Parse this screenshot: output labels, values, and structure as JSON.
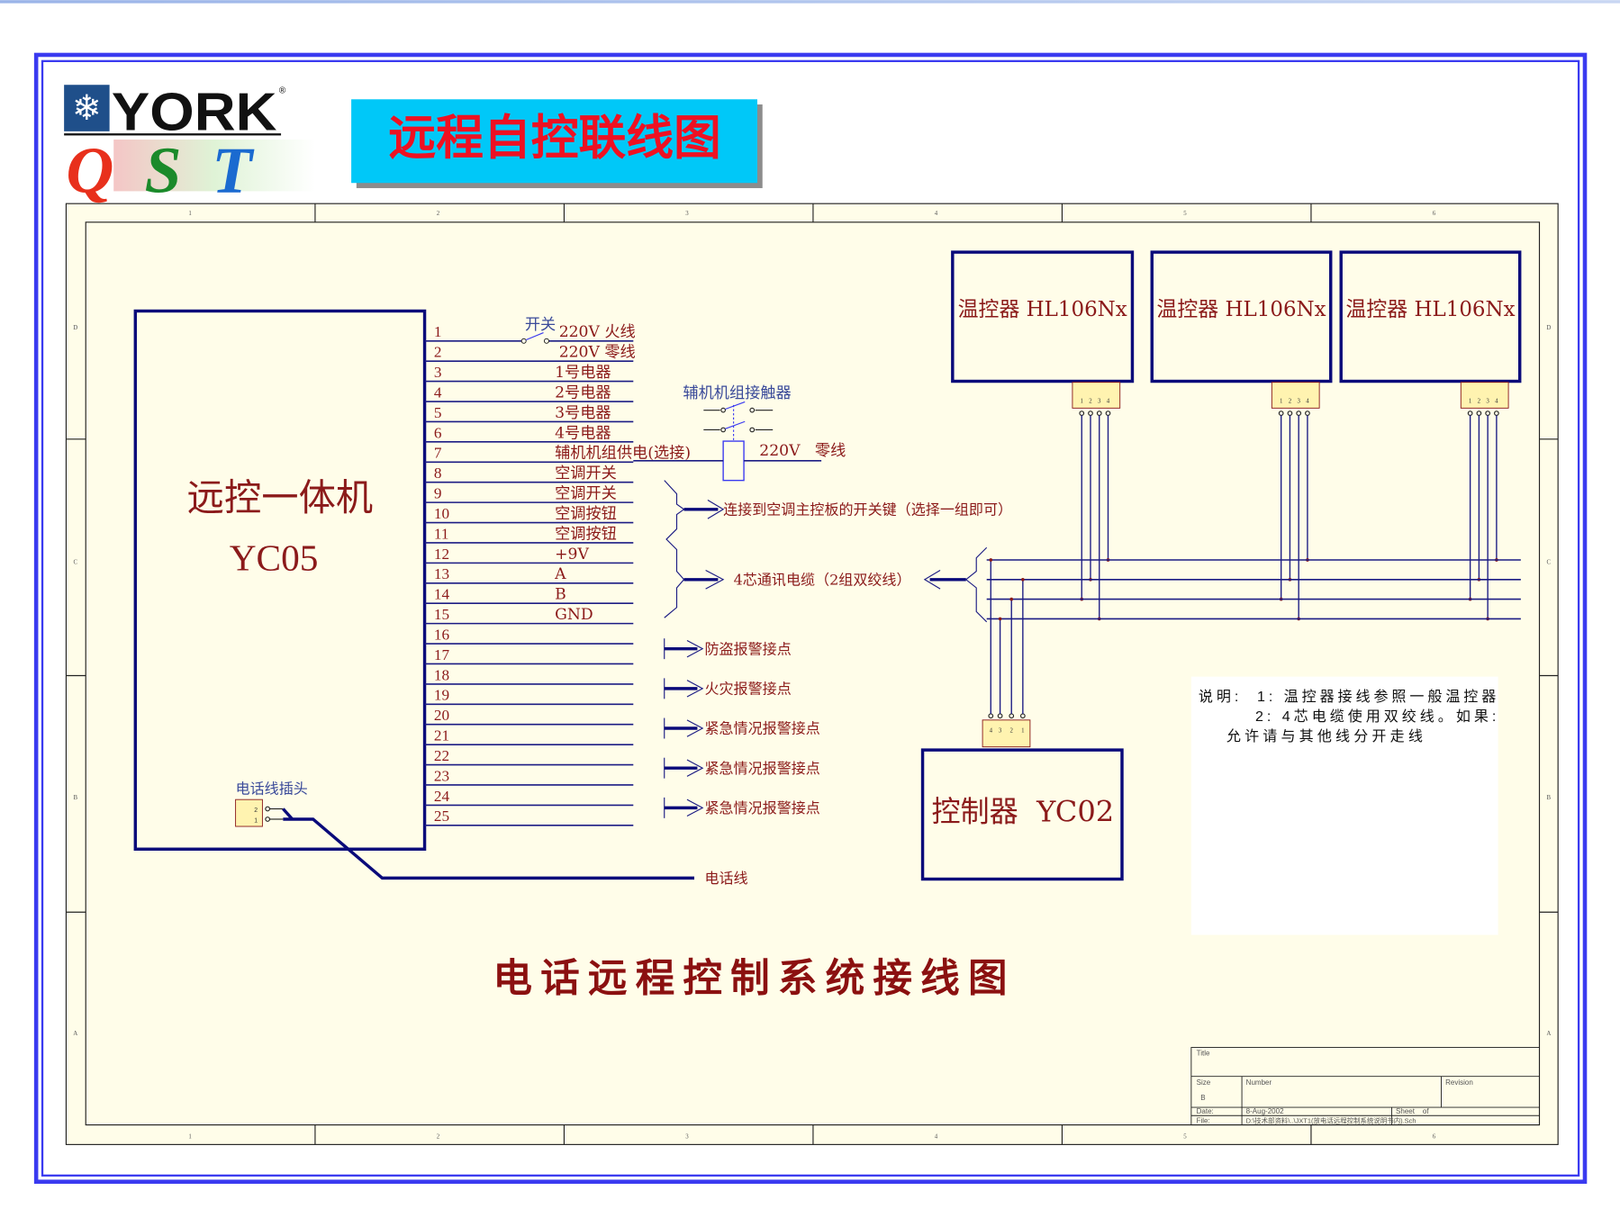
{
  "header": {
    "logo_brand": "YORK",
    "logo_sub": "QST",
    "title": "远程自控联线图"
  },
  "sheet": {
    "zones_top": [
      "1",
      "2",
      "3",
      "4",
      "5",
      "6"
    ],
    "zones_side": [
      "D",
      "C",
      "B",
      "A"
    ]
  },
  "yc05": {
    "name": "远控一体机",
    "model": "YC05",
    "pins": [
      {
        "n": "1",
        "label": "220V  火线"
      },
      {
        "n": "2",
        "label": "220V  零线"
      },
      {
        "n": "3",
        "label": "1号电器"
      },
      {
        "n": "4",
        "label": "2号电器"
      },
      {
        "n": "5",
        "label": "3号电器"
      },
      {
        "n": "6",
        "label": "4号电器"
      },
      {
        "n": "7",
        "label": "辅机机组供电(选接)"
      },
      {
        "n": "8",
        "label": "空调开关"
      },
      {
        "n": "9",
        "label": "空调开关"
      },
      {
        "n": "10",
        "label": "空调按钮"
      },
      {
        "n": "11",
        "label": "空调按钮"
      },
      {
        "n": "12",
        "label": "+9V"
      },
      {
        "n": "13",
        "label": "A"
      },
      {
        "n": "14",
        "label": "B"
      },
      {
        "n": "15",
        "label": "GND"
      },
      {
        "n": "16",
        "label": ""
      },
      {
        "n": "17",
        "label": ""
      },
      {
        "n": "18",
        "label": ""
      },
      {
        "n": "19",
        "label": ""
      },
      {
        "n": "20",
        "label": ""
      },
      {
        "n": "21",
        "label": ""
      },
      {
        "n": "22",
        "label": ""
      },
      {
        "n": "23",
        "label": ""
      },
      {
        "n": "24",
        "label": ""
      },
      {
        "n": "25",
        "label": ""
      }
    ],
    "switch_label": "开关",
    "phone_plug_label": "电话线插头",
    "phone_plug_pins": [
      "2",
      "1"
    ],
    "phone_line_label": "电话线"
  },
  "aux": {
    "contactor_label": "辅机机组接触器",
    "neutral_label": "220V   零线"
  },
  "annotations": {
    "ac_switch": "连接到空调主控板的开关键（选择一组即可）",
    "comm_cable": "4芯通讯电缆（2组双绞线）",
    "alarms": [
      "防盗报警接点",
      "火灾报警接点",
      "紧急情况报警接点",
      "紧急情况报警接点",
      "紧急情况报警接点"
    ]
  },
  "thermostats": [
    {
      "label": "温控器 HL106Nx"
    },
    {
      "label": "温控器 HL106Nx"
    },
    {
      "label": "温控器 HL106Nx"
    }
  ],
  "connector_pins": [
    "1",
    "2",
    "3",
    "4"
  ],
  "controller": {
    "label": "控制器  YC02",
    "pins": [
      "4",
      "3",
      "2",
      "1"
    ]
  },
  "notes": {
    "line1": "说明:  1: 温控器接线参照一般温控器",
    "line2": "2: 4芯电缆使用双绞线。如果:",
    "line3": "允许请与其他线分开走线"
  },
  "footer_title": "电话远程控制系统接线图",
  "title_block": {
    "title_label": "Title",
    "size_label": "Size",
    "size_value": "B",
    "number_label": "Number",
    "revision_label": "Revision",
    "date_label": "Date:",
    "date_value": "8-Aug-2002",
    "sheet_label": "Sheet    of",
    "file_label": "File:",
    "file_value": "D:\\技术部资料\\..\\JXT1(放电话远程控制系统说明书内).Sch"
  },
  "colors": {
    "frame": "#3a3af0",
    "wire": "#1c1c84",
    "text": "#8b1a1a",
    "title_bg": "#00c8f8",
    "title_text": "#ee1122",
    "paper": "#fffde9"
  }
}
